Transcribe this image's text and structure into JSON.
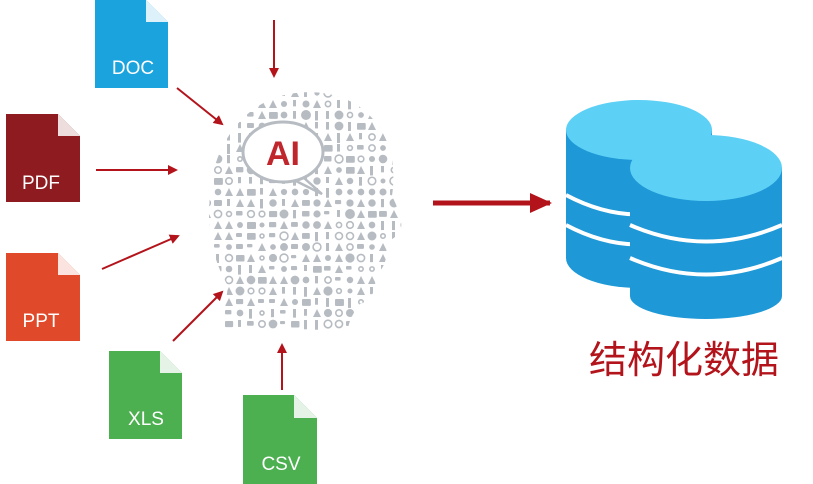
{
  "files": [
    {
      "id": "doc",
      "label": "DOC",
      "color": "#1aa3dd"
    },
    {
      "id": "pdf",
      "label": "PDF",
      "color": "#8e1b1f"
    },
    {
      "id": "ppt",
      "label": "PPT",
      "color": "#e04a2a"
    },
    {
      "id": "xls",
      "label": "XLS",
      "color": "#4caf50"
    },
    {
      "id": "csv",
      "label": "CSV",
      "color": "#4caf50"
    }
  ],
  "ai": {
    "label": "AI",
    "label_color": "#c0272d",
    "icon_color": "#b7bcc2"
  },
  "arrow_color": "#b3141b",
  "database": {
    "top_color": "#5dd0f6",
    "body_color": "#1e98d6",
    "band_color": "#ffffff"
  },
  "output": {
    "label": "结构化数据",
    "color": "#b3141b"
  }
}
